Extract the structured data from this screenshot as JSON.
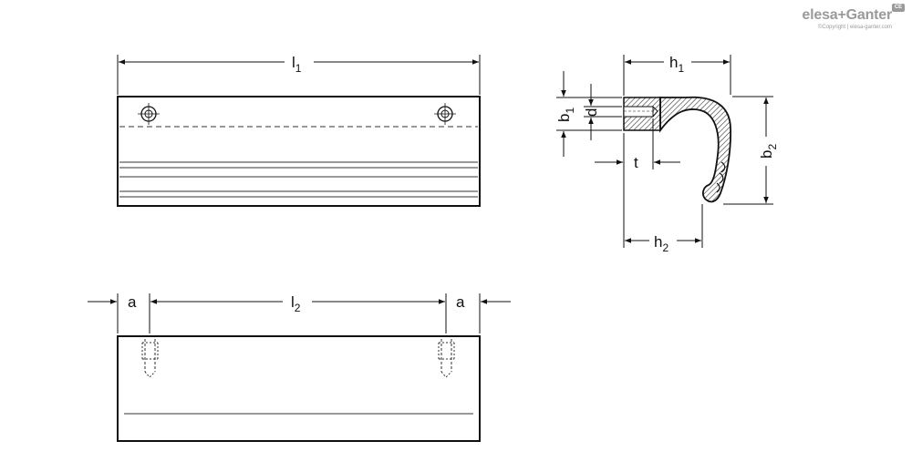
{
  "labels": {
    "l1": {
      "main": "l",
      "sub": "1"
    },
    "l2": {
      "main": "l",
      "sub": "2"
    },
    "a_left": "a",
    "a_right": "a",
    "h1": {
      "main": "h",
      "sub": "1"
    },
    "h2": {
      "main": "h",
      "sub": "2"
    },
    "b1": {
      "main": "b",
      "sub": "1"
    },
    "b2": {
      "main": "b",
      "sub": "2"
    },
    "d": "d",
    "t": "t"
  },
  "brand": {
    "name_part1": "elesa",
    "separator": "+",
    "name_part2": "Ganter",
    "copyright": "©Copyright | elesa-ganter.com",
    "badge": "CE"
  },
  "colors": {
    "line": "#111111",
    "hatch": "#333333",
    "brand": "#9a9a9a"
  }
}
